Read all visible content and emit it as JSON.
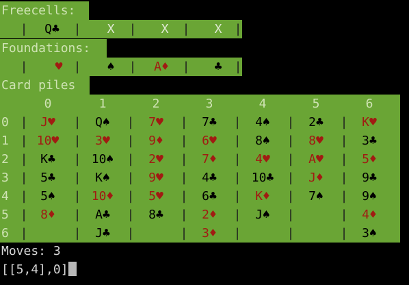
{
  "labels": {
    "freecells": "Freecells:",
    "foundations": "Foundations:",
    "card_piles": "Card piles"
  },
  "freecells": [
    {
      "text": "Q♣",
      "red": false
    },
    {
      "text": "X",
      "red": false
    },
    {
      "text": "X",
      "red": false
    },
    {
      "text": "X",
      "red": false
    }
  ],
  "foundations": [
    {
      "text": "♥",
      "red": true
    },
    {
      "text": "♠",
      "red": false
    },
    {
      "text": "A♦",
      "red": true
    },
    {
      "text": "♣",
      "red": false
    }
  ],
  "pile_headers": [
    "0",
    "1",
    "2",
    "3",
    "4",
    "5",
    "6"
  ],
  "row_labels": [
    "0",
    "1",
    "2",
    "3",
    "4",
    "5",
    "6"
  ],
  "rows": [
    [
      {
        "text": "J♥",
        "red": true
      },
      {
        "text": "Q♠",
        "red": false
      },
      {
        "text": "7♥",
        "red": true
      },
      {
        "text": "7♣",
        "red": false
      },
      {
        "text": "4♠",
        "red": false
      },
      {
        "text": "2♣",
        "red": false
      },
      {
        "text": "K♥",
        "red": true
      }
    ],
    [
      {
        "text": "10♥",
        "red": true
      },
      {
        "text": "3♥",
        "red": true
      },
      {
        "text": "9♦",
        "red": true
      },
      {
        "text": "6♥",
        "red": true
      },
      {
        "text": "8♠",
        "red": false
      },
      {
        "text": "8♥",
        "red": true
      },
      {
        "text": "3♣",
        "red": false
      }
    ],
    [
      {
        "text": "K♣",
        "red": false
      },
      {
        "text": "10♠",
        "red": false
      },
      {
        "text": "2♥",
        "red": true
      },
      {
        "text": "7♦",
        "red": true
      },
      {
        "text": "4♥",
        "red": true
      },
      {
        "text": "A♥",
        "red": true
      },
      {
        "text": "5♦",
        "red": true
      }
    ],
    [
      {
        "text": "5♣",
        "red": false
      },
      {
        "text": "K♠",
        "red": false
      },
      {
        "text": "9♥",
        "red": true
      },
      {
        "text": "4♣",
        "red": false
      },
      {
        "text": "10♣",
        "red": false
      },
      {
        "text": "J♦",
        "red": true
      },
      {
        "text": "9♣",
        "red": false
      }
    ],
    [
      {
        "text": "5♠",
        "red": false
      },
      {
        "text": "10♦",
        "red": true
      },
      {
        "text": "5♥",
        "red": true
      },
      {
        "text": "6♣",
        "red": false
      },
      {
        "text": "K♦",
        "red": true
      },
      {
        "text": "7♠",
        "red": false
      },
      {
        "text": "9♠",
        "red": false
      }
    ],
    [
      {
        "text": "8♦",
        "red": true
      },
      {
        "text": "A♣",
        "red": false
      },
      {
        "text": "8♣",
        "red": false
      },
      {
        "text": "2♦",
        "red": true
      },
      {
        "text": "J♠",
        "red": false
      },
      {
        "text": "",
        "red": false
      },
      {
        "text": "4♦",
        "red": true
      }
    ],
    [
      {
        "text": "",
        "red": false
      },
      {
        "text": "J♣",
        "red": false
      },
      {
        "text": "",
        "red": false
      },
      {
        "text": "3♦",
        "red": true
      },
      {
        "text": "",
        "red": false
      },
      {
        "text": "",
        "red": false
      },
      {
        "text": "3♠",
        "red": false
      }
    ]
  ],
  "status": {
    "moves": "Moves: 3",
    "prompt": "[[5,4],0]"
  }
}
